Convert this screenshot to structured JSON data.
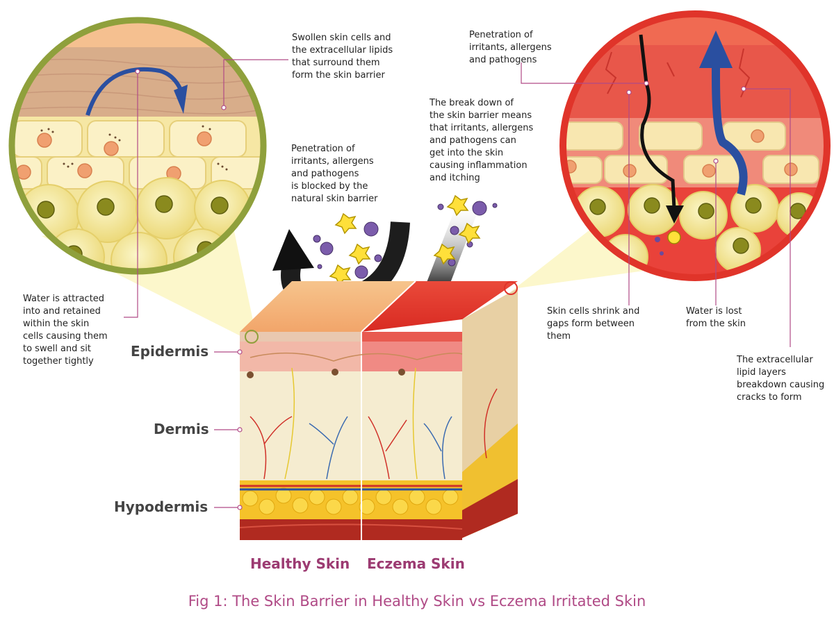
{
  "annotations": {
    "top_left": [
      "Swollen skin cells and",
      "the extracellular lipids",
      "that surround them",
      "form the skin barrier"
    ],
    "left_water": [
      "Water is attracted",
      "into and retained",
      "within the skin",
      "cells causing them",
      "to swell and sit",
      "together tightly"
    ],
    "blocked": [
      "Penetration of",
      "irritants, allergens",
      "and pathogens",
      "is blocked by the",
      "natural skin barrier"
    ],
    "breakdown": [
      "The break down of",
      "the skin barrier means",
      "that irritants, allergens",
      "and pathogens can",
      "get into the skin",
      "causing inflammation",
      "and itching"
    ],
    "penetration_right": [
      "Penetration of",
      "irritants, allergens",
      "and pathogens"
    ],
    "shrink": [
      "Skin cells shrink and",
      "gaps form between",
      "them"
    ],
    "water_lost": [
      "Water is lost",
      "from the skin"
    ],
    "lipid": [
      "The extracellular",
      "lipid layers",
      "breakdown causing",
      "cracks to form"
    ]
  },
  "layers": {
    "epidermis": "Epidermis",
    "dermis": "Dermis",
    "hypodermis": "Hypodermis"
  },
  "labels": {
    "healthy": "Healthy Skin",
    "eczema": "Eczema Skin"
  },
  "caption": "Fig 1: The Skin Barrier in Healthy Skin vs Eczema Irritated Skin",
  "colors": {
    "healthy_ring": "#8fa03c",
    "eczema_ring": "#e0342a",
    "caption": "#b04a86",
    "lead_line": "#b04a86"
  }
}
